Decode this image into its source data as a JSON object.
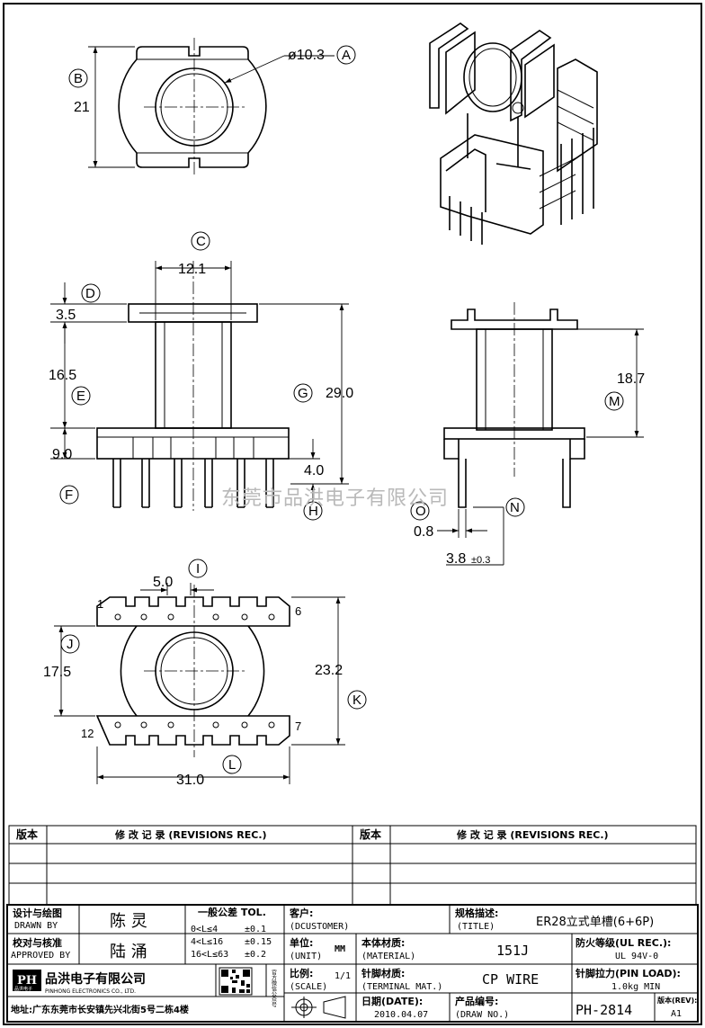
{
  "watermark": "东莞市品洪电子有限公司",
  "dims": {
    "d10_3": "ø10.3",
    "d21": "21",
    "d12_1": "12.1",
    "d3_5": "3.5",
    "d16_5": "16.5",
    "d9_0": "9.0",
    "d29_0": "29.0",
    "d4_0": "4.0",
    "d18_7": "18.7",
    "d0_8": "0.8",
    "d3_8": "3.8",
    "d3_8_tol": "±0.3",
    "d5_0": "5.0",
    "d17_5": "17.5",
    "d23_2": "23.2",
    "d31_0": "31.0"
  },
  "balloons": {
    "A": "A",
    "B": "B",
    "C": "C",
    "D": "D",
    "E": "E",
    "F": "F",
    "G": "G",
    "H": "H",
    "I": "I",
    "J": "J",
    "K": "K",
    "L": "L",
    "M": "M",
    "N": "N",
    "O": "O"
  },
  "pins": {
    "p1": "1",
    "p6": "6",
    "p7": "7",
    "p12": "12"
  },
  "revisions": {
    "version_label": "版本",
    "record_label": "修 改 记 录 (REVISIONS REC.)"
  },
  "title_block": {
    "designer_label_cn": "设计与绘图",
    "designer_label_en": "DRAWN BY",
    "designer": "陈 灵",
    "approver_label_cn": "校对与核准",
    "approver_label_en": "APPROVED BY",
    "approver": "陆 涌",
    "tol_title": "一般公差 TOL.",
    "tol_rows": [
      {
        "range": "0<L≤4",
        "tol": "±0.1"
      },
      {
        "range": "4<L≤16",
        "tol": "±0.15"
      },
      {
        "range": "16<L≤63",
        "tol": "±0.2"
      }
    ],
    "customer_label_cn": "客户:",
    "customer_label_en": "(DCUSTOMER)",
    "title_label_cn": "规格描述:",
    "title_label_en": "(TITLE)",
    "title_value": "ER28立式单槽(6+6P)",
    "unit_label_cn": "单位:",
    "unit_label_en": "(UNIT)",
    "unit_value": "MM",
    "material_label_cn": "本体材质:",
    "material_label_en": "(MATERIAL)",
    "material_value": "151J",
    "ul_label_cn": "防火等级(UL REC.):",
    "ul_value": "UL 94V-0",
    "scale_label_cn": "比例:",
    "scale_label_en": "(SCALE)",
    "scale_value": "1/1",
    "terminal_label_cn": "针脚材质:",
    "terminal_label_en": "(TERMINAL MAT.)",
    "terminal_value": "CP WIRE",
    "pinload_label_cn": "针脚拉力(PIN LOAD):",
    "pinload_value": "1.0kg MIN",
    "date_label_cn": "日期(DATE):",
    "date_value": "2010.04.07",
    "drawno_label_cn": "产品编号:",
    "drawno_label_en": "(DRAW NO.)",
    "drawno_value": "PH-2814",
    "rev_label_cn": "版本(REV):",
    "rev_value": "A1",
    "company_cn": "品洪电子有限公司",
    "company_en": "PINHONG ELECTRONICS CO., LTD.",
    "logo_text": "PH",
    "logo_sub": "品洪电子",
    "address": "地址:广东东莞市长安镇先兴北街5号二栋4楼",
    "qr_side": "官方微信公众号"
  }
}
